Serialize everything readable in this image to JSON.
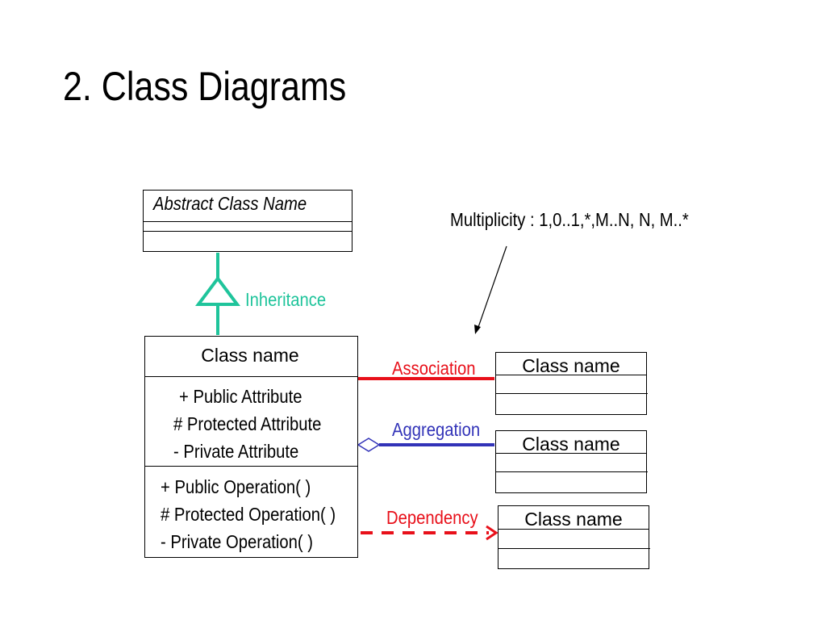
{
  "title": "2. Class Diagrams",
  "abstract_class": {
    "name": "Abstract Class Name"
  },
  "main_class": {
    "name": "Class name",
    "attributes": [
      "+ Public Attribute",
      "# Protected Attribute",
      "- Private Attribute"
    ],
    "operations": [
      "+ Public Operation( )",
      "# Protected Operation( )",
      "- Private Operation( )"
    ]
  },
  "related_classes": [
    {
      "name": "Class name"
    },
    {
      "name": "Class name"
    },
    {
      "name": "Class name"
    }
  ],
  "relations": {
    "inheritance": "Inheritance",
    "association": "Association",
    "aggregation": "Aggregation",
    "dependency": "Dependency"
  },
  "multiplicity": "Multiplicity : 1,0..1,*,M..N, N, M..*",
  "colors": {
    "inheritance": "#1fc49b",
    "association": "#e8101a",
    "aggregation": "#3233b8",
    "dependency": "#e8101a"
  }
}
